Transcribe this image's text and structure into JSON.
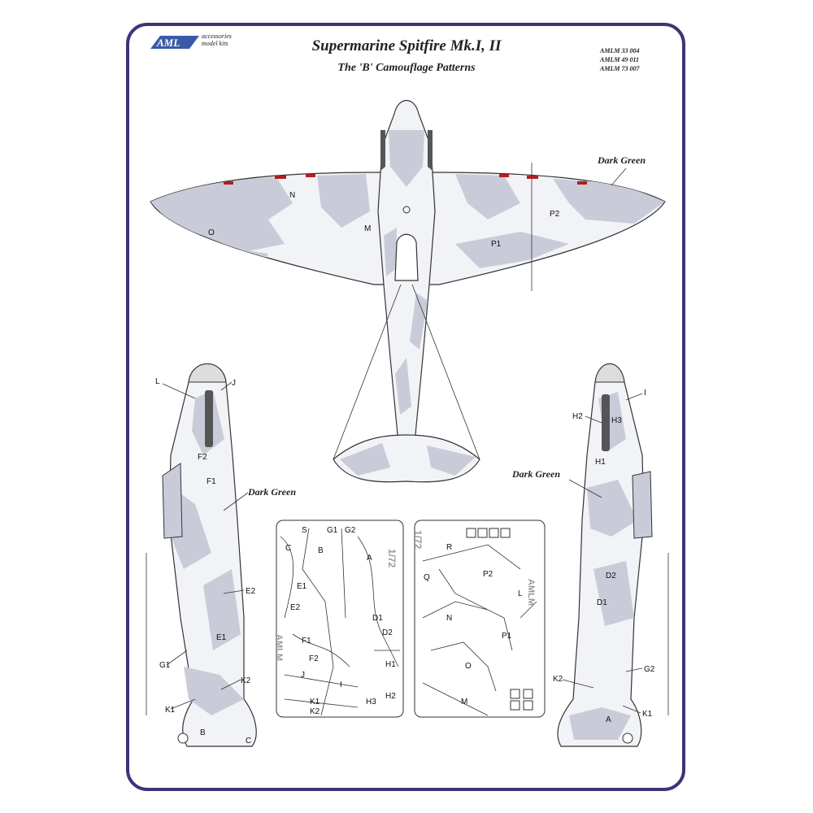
{
  "header": {
    "logo_text": "AML",
    "logo_subtitle_1": "accessories",
    "logo_subtitle_2": "model kits",
    "title": "Supermarine Spitfire Mk.I, II",
    "subtitle": "The 'B' Camouflage Patterns",
    "codes": [
      "AMLM 33 004",
      "AMLM 49 011",
      "AMLM 73 007"
    ]
  },
  "callouts": {
    "top_view_color": "Dark Green",
    "left_side_color": "Dark Green",
    "right_side_color": "Dark Green"
  },
  "top_view_labels": [
    "N",
    "O",
    "M",
    "P1",
    "P2"
  ],
  "left_side_labels": [
    "L",
    "J",
    "F2",
    "F1",
    "E2",
    "E1",
    "G1",
    "K2",
    "K1",
    "B",
    "C"
  ],
  "right_side_labels": [
    "I",
    "H2",
    "H3",
    "H1",
    "D2",
    "D1",
    "G2",
    "K2",
    "K1",
    "A"
  ],
  "sheet_left": {
    "labels": [
      "S",
      "G1",
      "G2",
      "C",
      "B",
      "A",
      "E1",
      "E2",
      "D1",
      "D2",
      "F1",
      "F2",
      "H1",
      "H2",
      "H3",
      "J",
      "I",
      "K1",
      "K2"
    ],
    "scale_mark": "1/72",
    "brand_mark": "AMLM"
  },
  "sheet_right": {
    "labels": [
      "R",
      "P2",
      "Q",
      "L",
      "N",
      "P1",
      "O",
      "M"
    ],
    "scale_mark": "1/72",
    "brand_mark": "AMLM"
  },
  "colors": {
    "frame": "#3b3578",
    "camo_grey": "#c9ccd8",
    "sky": "#f2f3f7",
    "line": "#333333",
    "marker_red": "#b02020",
    "logo_blue": "#3a5aa8"
  }
}
